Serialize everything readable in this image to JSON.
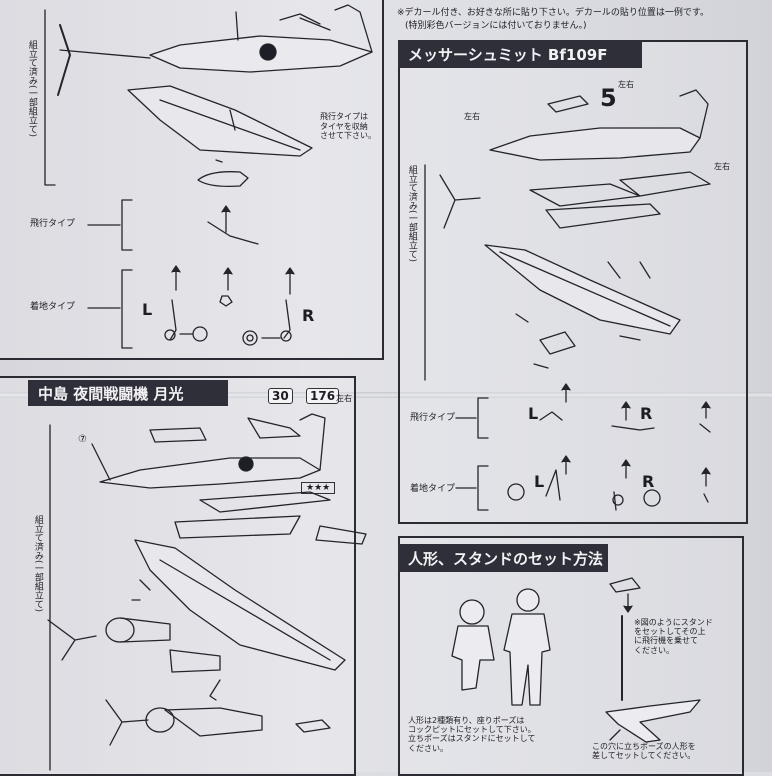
{
  "top_note": {
    "line1": "※デカール付き、お好きな所に貼り下さい。デカールの貼り位置は一例です。",
    "line2": "(特別彩色バージョンには付いておりません。)"
  },
  "zero_section": {
    "assembled_label": "組立て済み(一部組立て)",
    "flight_note": "飛行タイプは\nタイヤを収納\nさせて下さい。",
    "flight_type": "飛行タイプ",
    "landing_type": "着地タイプ",
    "left_marker": "L",
    "right_marker": "R"
  },
  "gekko_section": {
    "title": "中島 夜間戦闘機 月光",
    "decal_30": "30",
    "decal_176": "176",
    "left_right": "左右",
    "callout_7": "⑦",
    "assembled_label": "組立て済み(一部組立て)",
    "stars": "★★★"
  },
  "bf109_section": {
    "title": "メッサーシュミット Bf109F",
    "big_5": "5",
    "left_right_1": "左右",
    "left_right_2": "左右",
    "left_right_3": "左右",
    "assembled_label": "組立て済み(一部組立て)",
    "flight_type": "飛行タイプ",
    "landing_type": "着地タイプ",
    "left_marker_1": "L",
    "right_marker_1": "R",
    "left_marker_2": "L",
    "right_marker_2": "R"
  },
  "figure_section": {
    "title": "人形、スタンドのセット方法",
    "stand_note": "※図のようにスタンド\nをセットしてその上\nに飛行機を乗せて\nください。",
    "figure_note": "人形は2種類有り、座りポーズは\nコックピットにセットして下さい。\n立ちポーズはスタンドにセットして\nください。",
    "hole_note": "この穴に立ちポーズの人形を\n差してセットしてください。"
  }
}
